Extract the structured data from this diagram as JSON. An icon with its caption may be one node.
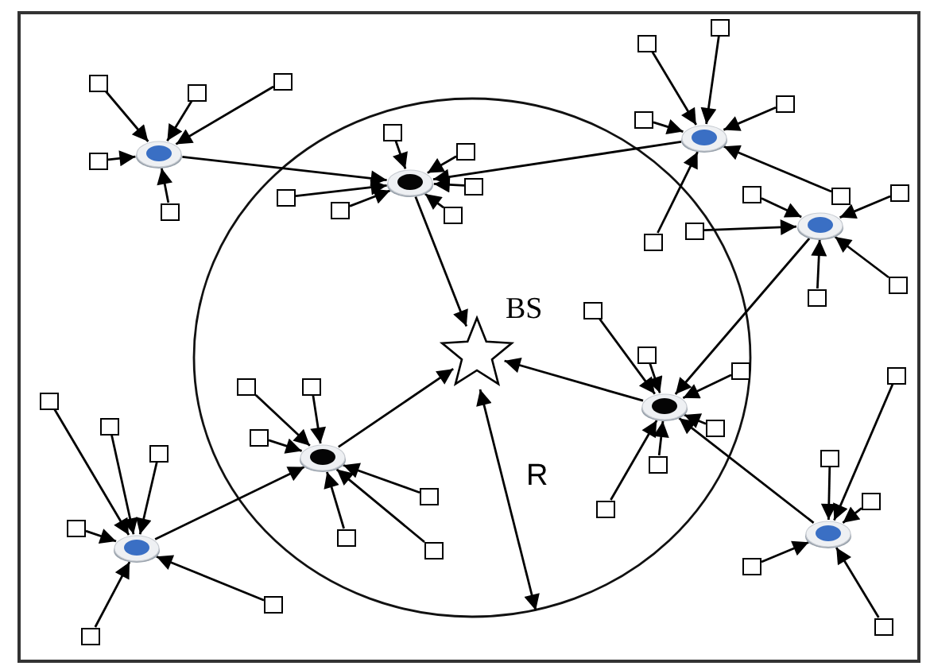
{
  "diagram": {
    "nodes": [
      {
        "text": [],
        "shape": "star",
        "beside": [
          "BS"
        ]
      },
      {
        "text": [],
        "shape": "circle"
      },
      {
        "text": [],
        "shape": "circle"
      },
      {
        "text": [],
        "shape": "circle"
      },
      {
        "text": [],
        "shape": "circle"
      },
      {
        "text": [],
        "shape": "circle"
      },
      {
        "text": [],
        "shape": "circle"
      },
      {
        "text": [],
        "shape": "circle"
      },
      {
        "text": [],
        "shape": "circle"
      },
      {
        "text": [],
        "shape": "box"
      },
      {
        "text": [],
        "shape": "box"
      },
      {
        "text": [],
        "shape": "box"
      },
      {
        "text": [],
        "shape": "box"
      },
      {
        "text": [],
        "shape": "box"
      },
      {
        "text": [],
        "shape": "box"
      },
      {
        "text": [],
        "shape": "box"
      },
      {
        "text": [],
        "shape": "box"
      },
      {
        "text": [],
        "shape": "box"
      },
      {
        "text": [],
        "shape": "box"
      },
      {
        "text": [],
        "shape": "box"
      },
      {
        "text": [],
        "shape": "box"
      },
      {
        "text": [],
        "shape": "box"
      },
      {
        "text": [],
        "shape": "box"
      },
      {
        "text": [],
        "shape": "box"
      },
      {
        "text": [],
        "shape": "box"
      },
      {
        "text": [],
        "shape": "box"
      },
      {
        "text": [],
        "shape": "box"
      },
      {
        "text": [],
        "shape": "box"
      },
      {
        "text": [],
        "shape": "box"
      },
      {
        "text": [],
        "shape": "box"
      },
      {
        "text": [],
        "shape": "box"
      },
      {
        "text": [],
        "shape": "box"
      },
      {
        "text": [],
        "shape": "box"
      },
      {
        "text": [],
        "shape": "box"
      },
      {
        "text": [],
        "shape": "box"
      },
      {
        "text": [],
        "shape": "box"
      },
      {
        "text": [],
        "shape": "box"
      },
      {
        "text": [],
        "shape": "box"
      },
      {
        "text": [],
        "shape": "box"
      },
      {
        "text": [],
        "shape": "box"
      },
      {
        "text": [],
        "shape": "box"
      },
      {
        "text": [],
        "shape": "box"
      },
      {
        "text": [],
        "shape": "box"
      },
      {
        "text": [],
        "shape": "box"
      },
      {
        "text": [],
        "shape": "box"
      },
      {
        "text": [],
        "shape": "box"
      },
      {
        "text": [],
        "shape": "box"
      },
      {
        "text": [],
        "shape": "box"
      },
      {
        "text": [],
        "shape": "box"
      },
      {
        "text": [],
        "shape": "box"
      },
      {
        "text": [],
        "shape": "box"
      },
      {
        "text": [],
        "shape": "box"
      },
      {
        "text": [],
        "shape": "box"
      },
      {
        "text": [],
        "shape": "box"
      }
    ],
    "edges": [
      {
        "from": 1,
        "to": 2,
        "arrow": "to"
      },
      {
        "from": 3,
        "to": 2,
        "arrow": "to"
      },
      {
        "from": 2,
        "to": 0,
        "arrow": "to"
      },
      {
        "from": 4,
        "to": 6,
        "arrow": "to"
      },
      {
        "from": 7,
        "to": 5,
        "arrow": "to"
      },
      {
        "from": 5,
        "to": 0,
        "arrow": "to"
      },
      {
        "from": 6,
        "to": 0,
        "arrow": "to"
      },
      {
        "from": 8,
        "to": 6,
        "arrow": "to"
      },
      {
        "from": 9,
        "to": 1,
        "arrow": "to"
      },
      {
        "from": 10,
        "to": 1,
        "arrow": "to"
      },
      {
        "from": 11,
        "to": 1,
        "arrow": "to"
      },
      {
        "from": 12,
        "to": 1,
        "arrow": "to"
      },
      {
        "from": 13,
        "to": 1,
        "arrow": "to"
      },
      {
        "from": 14,
        "to": 2,
        "arrow": "to"
      },
      {
        "from": 15,
        "to": 2,
        "arrow": "to"
      },
      {
        "from": 16,
        "to": 2,
        "arrow": "to"
      },
      {
        "from": 17,
        "to": 2,
        "arrow": "to"
      },
      {
        "from": 18,
        "to": 2,
        "arrow": "to"
      },
      {
        "from": 19,
        "to": 2,
        "arrow": "to"
      },
      {
        "from": 20,
        "to": 3,
        "arrow": "to"
      },
      {
        "from": 21,
        "to": 3,
        "arrow": "to"
      },
      {
        "from": 22,
        "to": 3,
        "arrow": "to"
      },
      {
        "from": 23,
        "to": 3,
        "arrow": "to"
      },
      {
        "from": 24,
        "to": 3,
        "arrow": "to"
      },
      {
        "from": 25,
        "to": 3,
        "arrow": "to"
      },
      {
        "from": 26,
        "to": 4,
        "arrow": "to"
      },
      {
        "from": 27,
        "to": 4,
        "arrow": "to"
      },
      {
        "from": 28,
        "to": 4,
        "arrow": "to"
      },
      {
        "from": 29,
        "to": 4,
        "arrow": "to"
      },
      {
        "from": 30,
        "to": 4,
        "arrow": "to"
      },
      {
        "from": 31,
        "to": 6,
        "arrow": "to"
      },
      {
        "from": 32,
        "to": 6,
        "arrow": "to"
      },
      {
        "from": 33,
        "to": 6,
        "arrow": "to"
      },
      {
        "from": 34,
        "to": 6,
        "arrow": "to"
      },
      {
        "from": 35,
        "to": 6,
        "arrow": "to"
      },
      {
        "from": 36,
        "to": 6,
        "arrow": "to"
      },
      {
        "from": 37,
        "to": 5,
        "arrow": "to"
      },
      {
        "from": 38,
        "to": 5,
        "arrow": "to"
      },
      {
        "from": 39,
        "to": 5,
        "arrow": "to"
      },
      {
        "from": 40,
        "to": 5,
        "arrow": "to"
      },
      {
        "from": 41,
        "to": 5,
        "arrow": "to"
      },
      {
        "from": 42,
        "to": 5,
        "arrow": "to"
      },
      {
        "from": 43,
        "to": 7,
        "arrow": "to"
      },
      {
        "from": 44,
        "to": 7,
        "arrow": "to"
      },
      {
        "from": 45,
        "to": 7,
        "arrow": "to"
      },
      {
        "from": 46,
        "to": 7,
        "arrow": "to"
      },
      {
        "from": 47,
        "to": 7,
        "arrow": "to"
      },
      {
        "from": 48,
        "to": 7,
        "arrow": "to"
      },
      {
        "from": 49,
        "to": 8,
        "arrow": "to"
      },
      {
        "from": 50,
        "to": 8,
        "arrow": "to"
      },
      {
        "from": 51,
        "to": 8,
        "arrow": "to"
      },
      {
        "from": 52,
        "to": 8,
        "arrow": "to"
      },
      {
        "from": 53,
        "to": 8,
        "arrow": "to"
      }
    ],
    "labels": [
      "R"
    ]
  }
}
